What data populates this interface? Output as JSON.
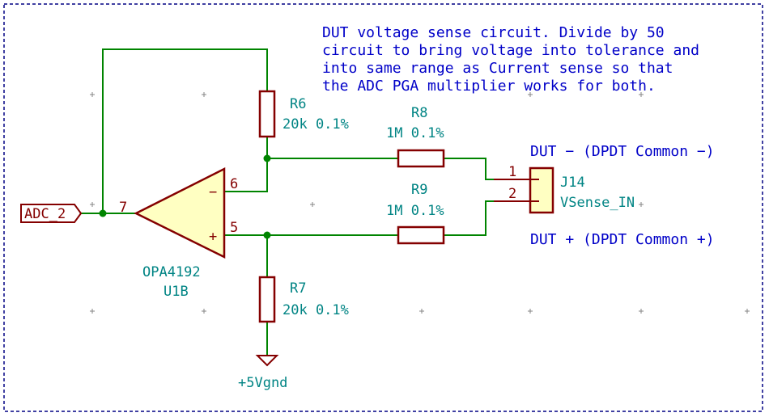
{
  "annotation": {
    "lines": [
      "DUT voltage sense circuit.  Divide by 50",
      "circuit to bring voltage into tolerance and",
      "into same range as Current sense so that",
      "the ADC PGA multiplier works for both."
    ]
  },
  "r6": {
    "ref": "R6",
    "value": "20k 0.1%"
  },
  "r7": {
    "ref": "R7",
    "value": "20k 0.1%"
  },
  "r8": {
    "ref": "R8",
    "value": "1M 0.1%"
  },
  "r9": {
    "ref": "R9",
    "value": "1M 0.1%"
  },
  "opamp": {
    "part": "OPA4192",
    "ref": "U1B",
    "pin_out": "7",
    "pin_inv": "6",
    "pin_noninv": "5",
    "inv_symbol": "−",
    "noninv_symbol": "+"
  },
  "connector": {
    "ref": "J14",
    "value": "VSense_IN",
    "pin1": "1",
    "pin2": "2"
  },
  "net_labels": {
    "adc": "ADC_2",
    "dut_minus": "DUT − (DPDT Common −)",
    "dut_plus": "DUT + (DPDT Common +)",
    "power": "+5Vgnd"
  },
  "colors": {
    "wire": "#008400",
    "component": "#840000",
    "component_fill": "#ffffc2",
    "reference": "#008484",
    "note_text": "#0000c8",
    "border": "#000084"
  }
}
